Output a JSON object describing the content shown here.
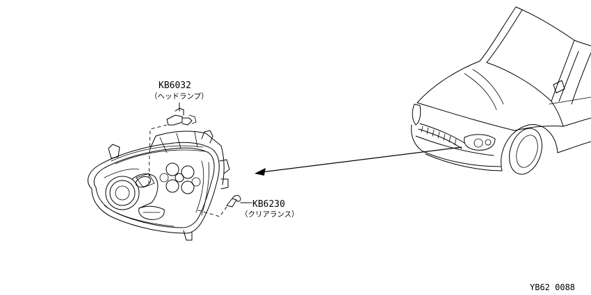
{
  "diagram": {
    "parts": [
      {
        "part_no": "KB6032",
        "name": "（ヘッドランプ）"
      },
      {
        "part_no": "KB6230",
        "name": "（クリアランス）"
      }
    ],
    "figure_code": "YB62 0088"
  }
}
